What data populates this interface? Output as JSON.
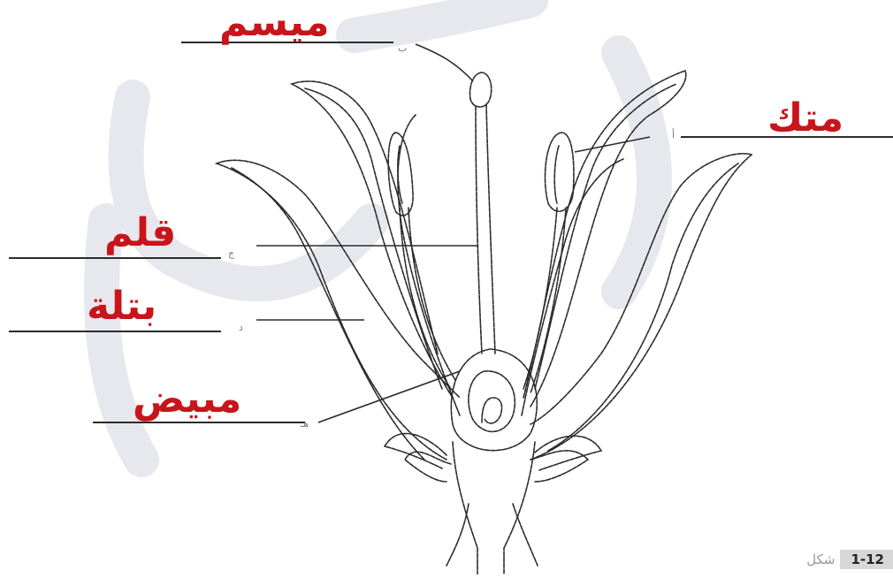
{
  "labels": {
    "stigma": "ميسم",
    "anther": "متك",
    "style": "قلم",
    "petal": "بتلة",
    "ovary": "مبيض"
  },
  "letters": {
    "stigma": "ب",
    "anther": "أ",
    "style": "ج",
    "petal": "د",
    "ovary": "هـ"
  },
  "caption": {
    "word": "شكل",
    "number": "1-12"
  },
  "colors": {
    "label_red": "#c8151b",
    "line": "#2b2b2b",
    "watermark": "#e7e7ee"
  }
}
